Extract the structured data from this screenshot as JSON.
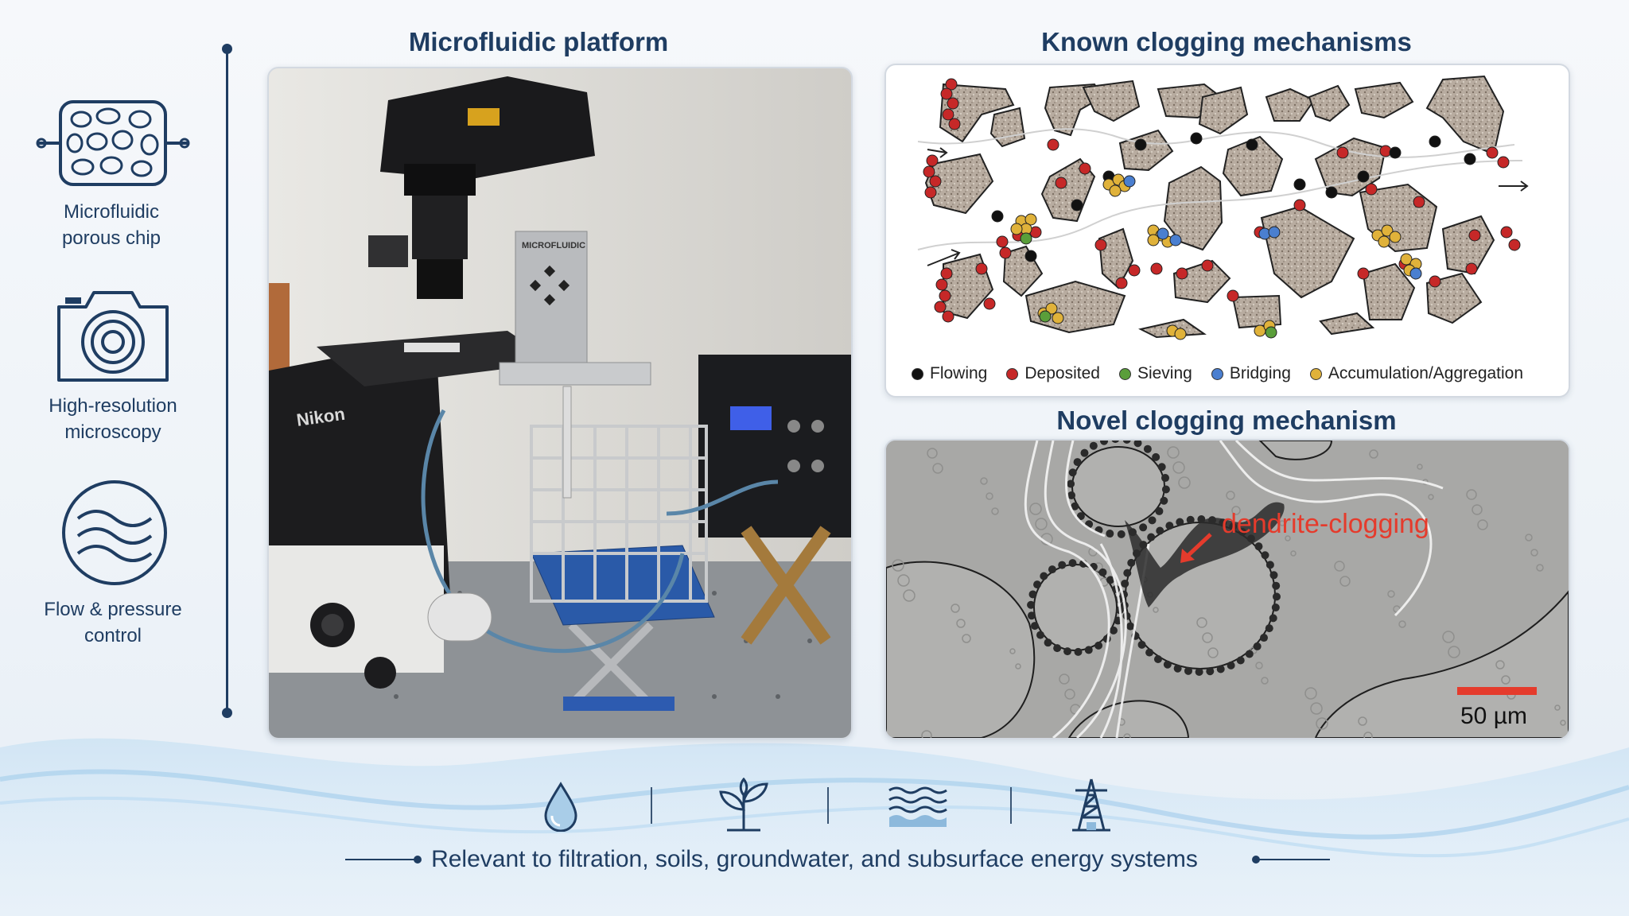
{
  "sidebar": {
    "items": [
      {
        "label_line1": "Microfluidic",
        "label_line2": "porous chip",
        "icon": "microfluidic-chip-icon"
      },
      {
        "label_line1": "High-resolution",
        "label_line2": "microscopy",
        "icon": "camera-icon"
      },
      {
        "label_line1": "Flow & pressure",
        "label_line2": "control",
        "icon": "flow-waves-icon"
      }
    ]
  },
  "platform": {
    "title": "Microfluidic platform",
    "device_brand": "Nikon",
    "pump_brand": "MICROFLUIDIC"
  },
  "known": {
    "title": "Known clogging mechanisms",
    "legend": [
      {
        "label": "Flowing",
        "color": "#111111"
      },
      {
        "label": "Deposited",
        "color": "#c62828"
      },
      {
        "label": "Sieving",
        "color": "#5a9e3a"
      },
      {
        "label": "Bridging",
        "color": "#4a7fd0"
      },
      {
        "label": "Accumulation/Aggregation",
        "color": "#e0b23a"
      }
    ]
  },
  "novel": {
    "title": "Novel clogging mechanism",
    "annotation": "dendrite-clogging",
    "scale_label": "50 µm",
    "annotation_color": "#e53b2c"
  },
  "footer": {
    "text": "Relevant to filtration, soils, groundwater, and subsurface energy systems",
    "icons": [
      "water-drop-icon",
      "plant-sprout-icon",
      "groundwater-waves-icon",
      "oil-rig-icon"
    ]
  },
  "colors": {
    "navy": "#1f3d62",
    "water": "#9cc8e8"
  }
}
